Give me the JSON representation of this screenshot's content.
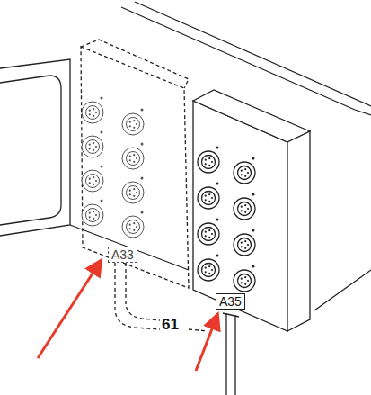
{
  "diagram": {
    "labels": [
      "A33",
      "A35",
      "61"
    ]
  }
}
